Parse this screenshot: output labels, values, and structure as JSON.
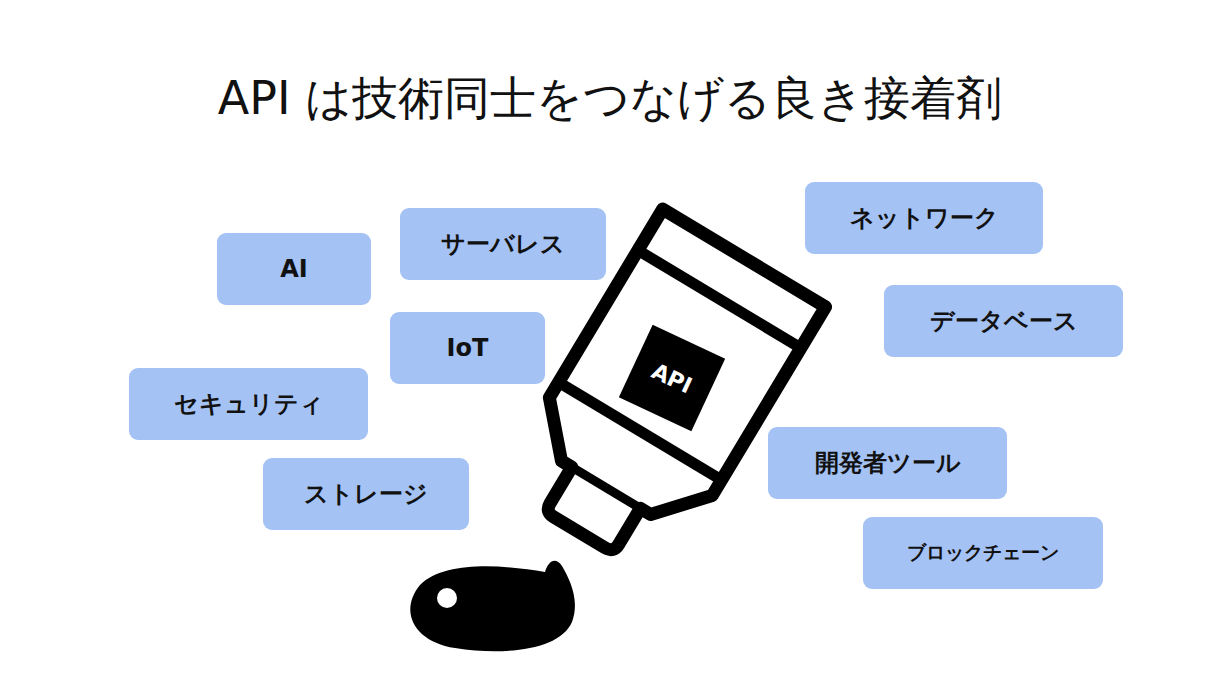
{
  "diagram": {
    "title": "API は技術同士をつなげる良き接着剤",
    "nodes": [
      {
        "text": [
          "ネットワーク"
        ]
      },
      {
        "text": [
          "サーバレス"
        ]
      },
      {
        "text": [
          "AI"
        ]
      },
      {
        "text": [
          "データベース"
        ]
      },
      {
        "text": [
          "IoT"
        ]
      },
      {
        "text": [
          "API"
        ]
      },
      {
        "text": [
          "セキュリティ"
        ]
      },
      {
        "text": [
          "開発者ツール"
        ]
      },
      {
        "text": [
          "ストレージ"
        ]
      },
      {
        "text": [
          "ブロックチェーン"
        ]
      }
    ]
  }
}
